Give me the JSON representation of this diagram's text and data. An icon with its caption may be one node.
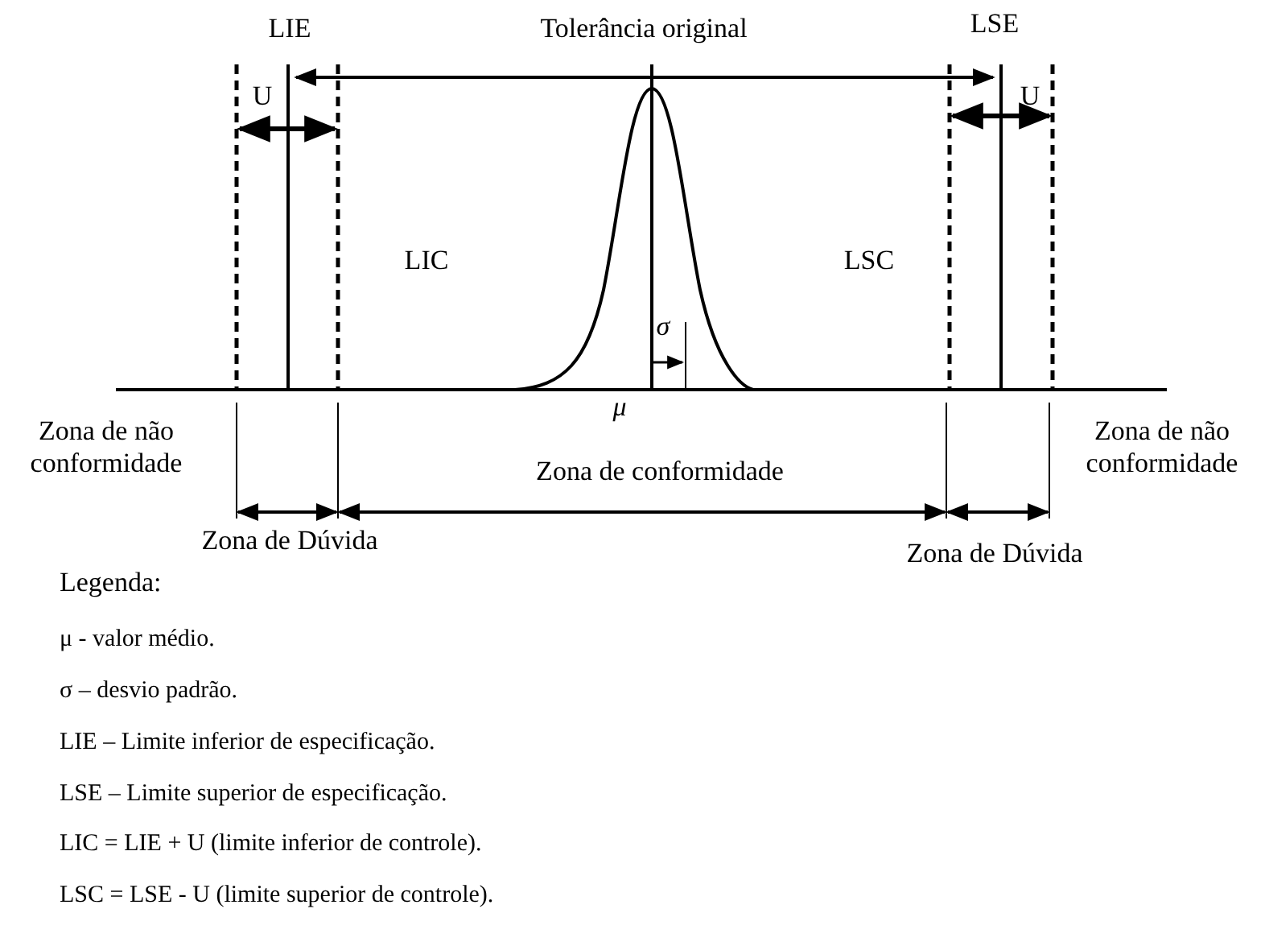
{
  "diagram": {
    "labels": [
      "LIE",
      "Tolerância original",
      "LSE",
      "U",
      "U",
      "LIC",
      "LSC",
      "σ",
      "μ",
      "Zona de não conformidade",
      "Zona de conformidade",
      "Zona de não conformidade",
      "Zona de Dúvida",
      "Zona de Dúvida",
      "Legenda:",
      "μ - valor médio.",
      "σ – desvio padrão.",
      "LIE – Limite inferior de especificação.",
      "LSE – Limite superior de especificação.",
      "LIC = LIE + U (limite inferior de controle).",
      "LSC = LSE - U (limite superior de controle)."
    ]
  }
}
